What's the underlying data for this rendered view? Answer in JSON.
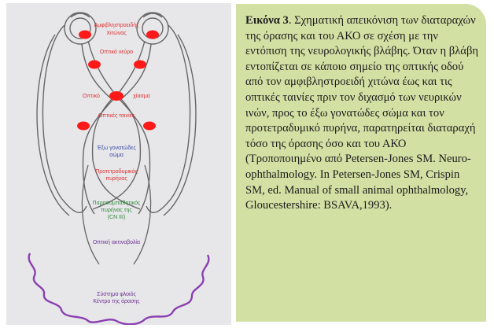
{
  "diagram": {
    "labels": {
      "retina": [
        "Αμφιβληστροειδής",
        "Χιτώνας"
      ],
      "optic_nerve": "Οπτικό νεύρο",
      "chiasm_left": "Οπτικό",
      "chiasm_right": "χίασμα",
      "optic_tract": "Οπτικές ταινίες",
      "lgn": [
        "Έξω γονατώδες",
        "σώμα"
      ],
      "pretectal": [
        "Προτετραδυμικός",
        "πυρήνας"
      ],
      "parasymp": [
        "Παρασυμπαθητικός",
        "πυρήνας της",
        "(CN III)"
      ],
      "radiation": "Οπτική ακτινοβολία",
      "cortex": [
        "Σύστημα φλοιός",
        "Κέντρο της όρασης"
      ]
    },
    "colors": {
      "panel": "#e7e7ea",
      "line": "#666666",
      "lesion": "#ff1a1a",
      "cortex": "#8a3fb0",
      "label_red": "#e03030",
      "label_blue": "#3a4aa0",
      "label_green": "#2e8a3a",
      "label_purple": "#6a2f90"
    }
  },
  "caption": {
    "label": "Εικόνα 3",
    "text": ". Σχηματική απεικόνιση των διαταραχών της όρασης και του ΑΚΟ σε σχέση με την εντόπιση της νευρολογικής βλάβης. Όταν η βλάβη εντοπίζεται σε κάποιο σημείο της οπτικής οδού από τον αμφιβληστροειδή χιτώνα έως και τις οπτικές ταινίες πριν τον διχασμό των νευρικών ινών, προς το έξω γονατώδες σώμα και τον προτετραδυμικό πυρήνα, παρατηρείται διαταραχή τόσο της όρασης όσο και του ΑΚΟ (Τροποποιημένο από Petersen-Jones SM. Neuro-ophthalmology. In Petersen-Jones SM, Crispin SM, ed. Manual of small animal ophthalmology, Gloucestershire: BSAVA,1993)."
  }
}
